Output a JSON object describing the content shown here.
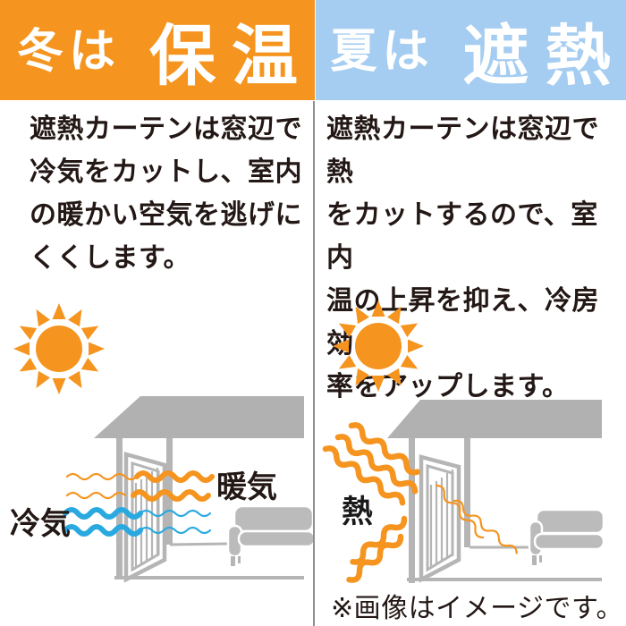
{
  "panels": {
    "winter": {
      "header_small": "冬は",
      "header_large": "保温",
      "body": "遮熱カーテンは窓辺で\n冷気をカットし、室内\nの暖かい空気を逃げに\nくくします。",
      "warm_air_label": "暖気",
      "cold_air_label": "冷気"
    },
    "summer": {
      "header_small": "夏は",
      "header_large": "遮熱",
      "body": "遮熱カーテンは窓辺で熱\nをカットするので、室内\n温の上昇を抑え、冷房効\n率をアップします。",
      "heat_label": "熱"
    }
  },
  "footer": {
    "note": "※画像はイメージです。"
  },
  "colors": {
    "winter_header_bg": "#F5941E",
    "summer_header_bg": "#A5CDF1",
    "header_text": "#FFFFFF",
    "body_text": "#231815",
    "warm_wave_orange": "#F5941E",
    "cold_wave_blue": "#29A9E0",
    "illustration_gray": "#B3B3B3",
    "divider_gray": "#8F8F8F"
  },
  "icons": {
    "winter_sun": "sun-icon",
    "summer_sun": "sun-icon"
  }
}
